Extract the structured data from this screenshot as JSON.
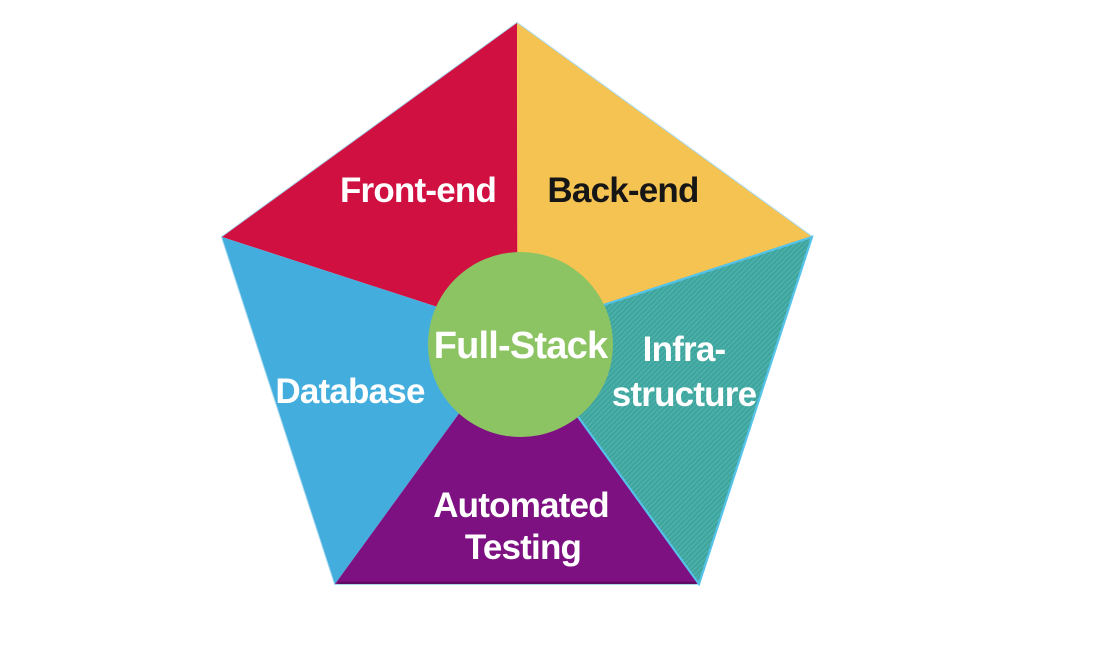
{
  "background_color": "#ffffff",
  "diagram": {
    "pentagon_halo": "#aadaf0",
    "center": {
      "label": "Full-Stack",
      "color": "#8cc463",
      "text_color": "#ffffff"
    },
    "sectors": [
      {
        "name": "front-end",
        "lines": [
          "Front-end"
        ],
        "color": "#d01040",
        "text_color": "#ffffff"
      },
      {
        "name": "back-end",
        "lines": [
          "Back-end"
        ],
        "color": "#f5c351",
        "text_color": "#161616"
      },
      {
        "name": "infrastructure",
        "lines": [
          "Infra-",
          "structure"
        ],
        "color": "#3ea49e",
        "hatch_stripe": "#4fb2ab",
        "outline": "#55c3e9",
        "text_color": "#ffffff"
      },
      {
        "name": "automated-testing",
        "lines": [
          "Automated",
          "Testing"
        ],
        "color": "#7d1181",
        "bottom_edge": "#5c0b61",
        "text_color": "#ffffff"
      },
      {
        "name": "database",
        "lines": [
          "Database"
        ],
        "color": "#43aedd",
        "text_color": "#ffffff"
      }
    ]
  }
}
